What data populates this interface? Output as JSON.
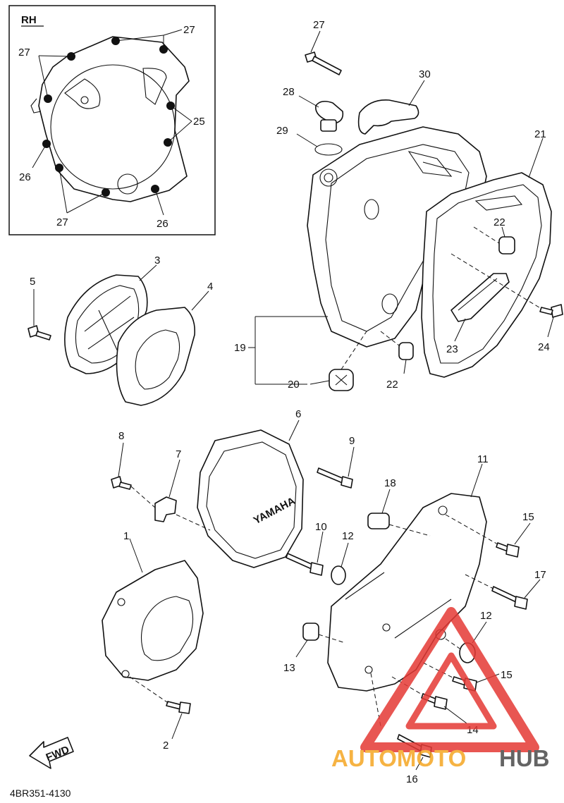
{
  "inset": {
    "label": "RH"
  },
  "callouts": {
    "c1": "1",
    "c2": "2",
    "c3": "3",
    "c4": "4",
    "c5": "5",
    "c6": "6",
    "c7": "7",
    "c8": "8",
    "c9": "9",
    "c10": "10",
    "c11": "11",
    "c12a": "12",
    "c12b": "12",
    "c13": "13",
    "c14": "14",
    "c15a": "15",
    "c15b": "15",
    "c16": "16",
    "c17": "17",
    "c18": "18",
    "c19": "19",
    "c20": "20",
    "c21": "21",
    "c22a": "22",
    "c22b": "22",
    "c23": "23",
    "c24": "24",
    "c25": "25",
    "c26a": "26",
    "c26b": "26",
    "c27a": "27",
    "c27b": "27",
    "c27c": "27",
    "c27d": "27",
    "c28": "28",
    "c29": "29",
    "c30": "30"
  },
  "cover_logo": "YAMAHA",
  "fwd_label": "FWD",
  "footer_code": "4BR351-4130",
  "watermark": {
    "part1": "AUTOMOTO",
    "part2": "HUB",
    "color_orange": "#f5a623",
    "color_red": "#e53935",
    "color_gray": "#4a4a4a"
  }
}
